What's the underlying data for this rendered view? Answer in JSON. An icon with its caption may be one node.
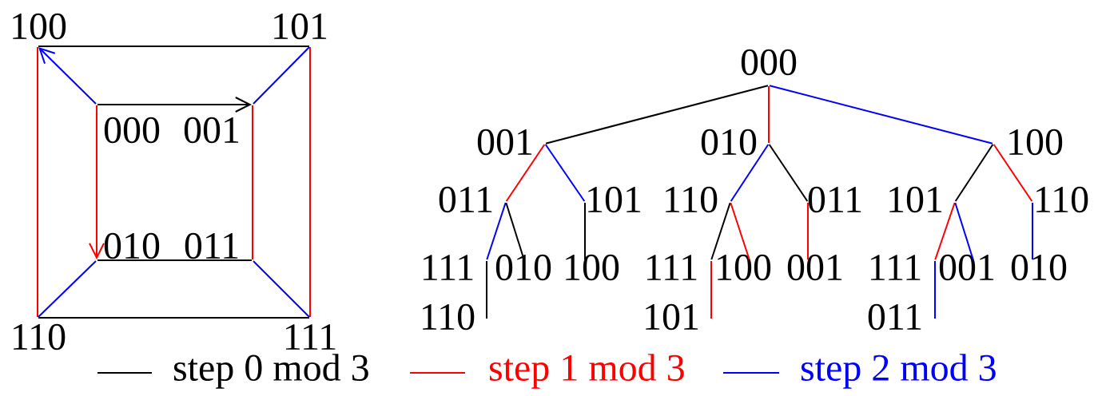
{
  "diagram": {
    "nodes": [
      {
        "text": [
          "100"
        ]
      },
      {
        "text": [
          "101"
        ]
      },
      {
        "text": [
          "000"
        ]
      },
      {
        "text": [
          "001"
        ]
      },
      {
        "text": [
          "010"
        ]
      },
      {
        "text": [
          "011"
        ]
      },
      {
        "text": [
          "110"
        ]
      },
      {
        "text": [
          "111"
        ]
      },
      {
        "text": [
          "000"
        ]
      },
      {
        "text": [
          "001"
        ]
      },
      {
        "text": [
          "010"
        ]
      },
      {
        "text": [
          "100"
        ]
      },
      {
        "text": [
          "011"
        ]
      },
      {
        "text": [
          "101"
        ]
      },
      {
        "text": [
          "110"
        ]
      },
      {
        "text": [
          "011"
        ]
      },
      {
        "text": [
          "101"
        ]
      },
      {
        "text": [
          "110"
        ]
      },
      {
        "text": [
          "111"
        ]
      },
      {
        "text": [
          "010"
        ]
      },
      {
        "text": [
          "100"
        ]
      },
      {
        "text": [
          "111"
        ]
      },
      {
        "text": [
          "100"
        ]
      },
      {
        "text": [
          "001"
        ]
      },
      {
        "text": [
          "111"
        ]
      },
      {
        "text": [
          "001"
        ]
      },
      {
        "text": [
          "010"
        ]
      },
      {
        "text": [
          "110"
        ]
      },
      {
        "text": [
          "101"
        ]
      },
      {
        "text": [
          "011"
        ]
      }
    ],
    "edges": [
      {
        "from": 0,
        "to": 1,
        "arrow": "none"
      },
      {
        "from": 0,
        "to": 6,
        "arrow": "none",
        "color": "#ff0000"
      },
      {
        "from": 1,
        "to": 7,
        "arrow": "none",
        "color": "#ff0000"
      },
      {
        "from": 6,
        "to": 7,
        "arrow": "none"
      },
      {
        "from": 2,
        "to": 3,
        "arrow": "to"
      },
      {
        "from": 2,
        "to": 4,
        "arrow": "to",
        "color": "#ff0000"
      },
      {
        "from": 2,
        "to": 0,
        "arrow": "to",
        "color": "#0000ff"
      },
      {
        "from": 3,
        "to": 1,
        "arrow": "none",
        "color": "#0000ff"
      },
      {
        "from": 3,
        "to": 5,
        "arrow": "none",
        "color": "#ff0000"
      },
      {
        "from": 4,
        "to": 5,
        "arrow": "none"
      },
      {
        "from": 4,
        "to": 6,
        "arrow": "none",
        "color": "#0000ff"
      },
      {
        "from": 5,
        "to": 7,
        "arrow": "none",
        "color": "#0000ff"
      },
      {
        "from": 8,
        "to": 9,
        "arrow": "none"
      },
      {
        "from": 8,
        "to": 10,
        "arrow": "none",
        "color": "#ff0000"
      },
      {
        "from": 8,
        "to": 11,
        "arrow": "none",
        "color": "#0000ff"
      },
      {
        "from": 9,
        "to": 12,
        "arrow": "none",
        "color": "#ff0000"
      },
      {
        "from": 9,
        "to": 13,
        "arrow": "none",
        "color": "#0000ff"
      },
      {
        "from": 10,
        "to": 14,
        "arrow": "none",
        "color": "#0000ff"
      },
      {
        "from": 10,
        "to": 15,
        "arrow": "none"
      },
      {
        "from": 11,
        "to": 16,
        "arrow": "none"
      },
      {
        "from": 11,
        "to": 17,
        "arrow": "none",
        "color": "#ff0000"
      },
      {
        "from": 12,
        "to": 18,
        "arrow": "none",
        "color": "#0000ff"
      },
      {
        "from": 12,
        "to": 19,
        "arrow": "none"
      },
      {
        "from": 13,
        "to": 20,
        "arrow": "none"
      },
      {
        "from": 14,
        "to": 21,
        "arrow": "none"
      },
      {
        "from": 14,
        "to": 22,
        "arrow": "none",
        "color": "#ff0000"
      },
      {
        "from": 15,
        "to": 23,
        "arrow": "none",
        "color": "#ff0000"
      },
      {
        "from": 16,
        "to": 24,
        "arrow": "none",
        "color": "#ff0000"
      },
      {
        "from": 16,
        "to": 25,
        "arrow": "none",
        "color": "#0000ff"
      },
      {
        "from": 17,
        "to": 26,
        "arrow": "none",
        "color": "#0000ff"
      },
      {
        "from": 18,
        "to": 27,
        "arrow": "none"
      },
      {
        "from": 21,
        "to": 28,
        "arrow": "none",
        "color": "#ff0000"
      },
      {
        "from": 24,
        "to": 29,
        "arrow": "none",
        "color": "#0000ff"
      }
    ],
    "legend": [
      {
        "text": "step 0 mod 3",
        "color": "#000000"
      },
      {
        "text": "step 1 mod 3",
        "color": "#ff0000"
      },
      {
        "text": "step 2 mod 3",
        "color": "#0000ff"
      }
    ]
  }
}
